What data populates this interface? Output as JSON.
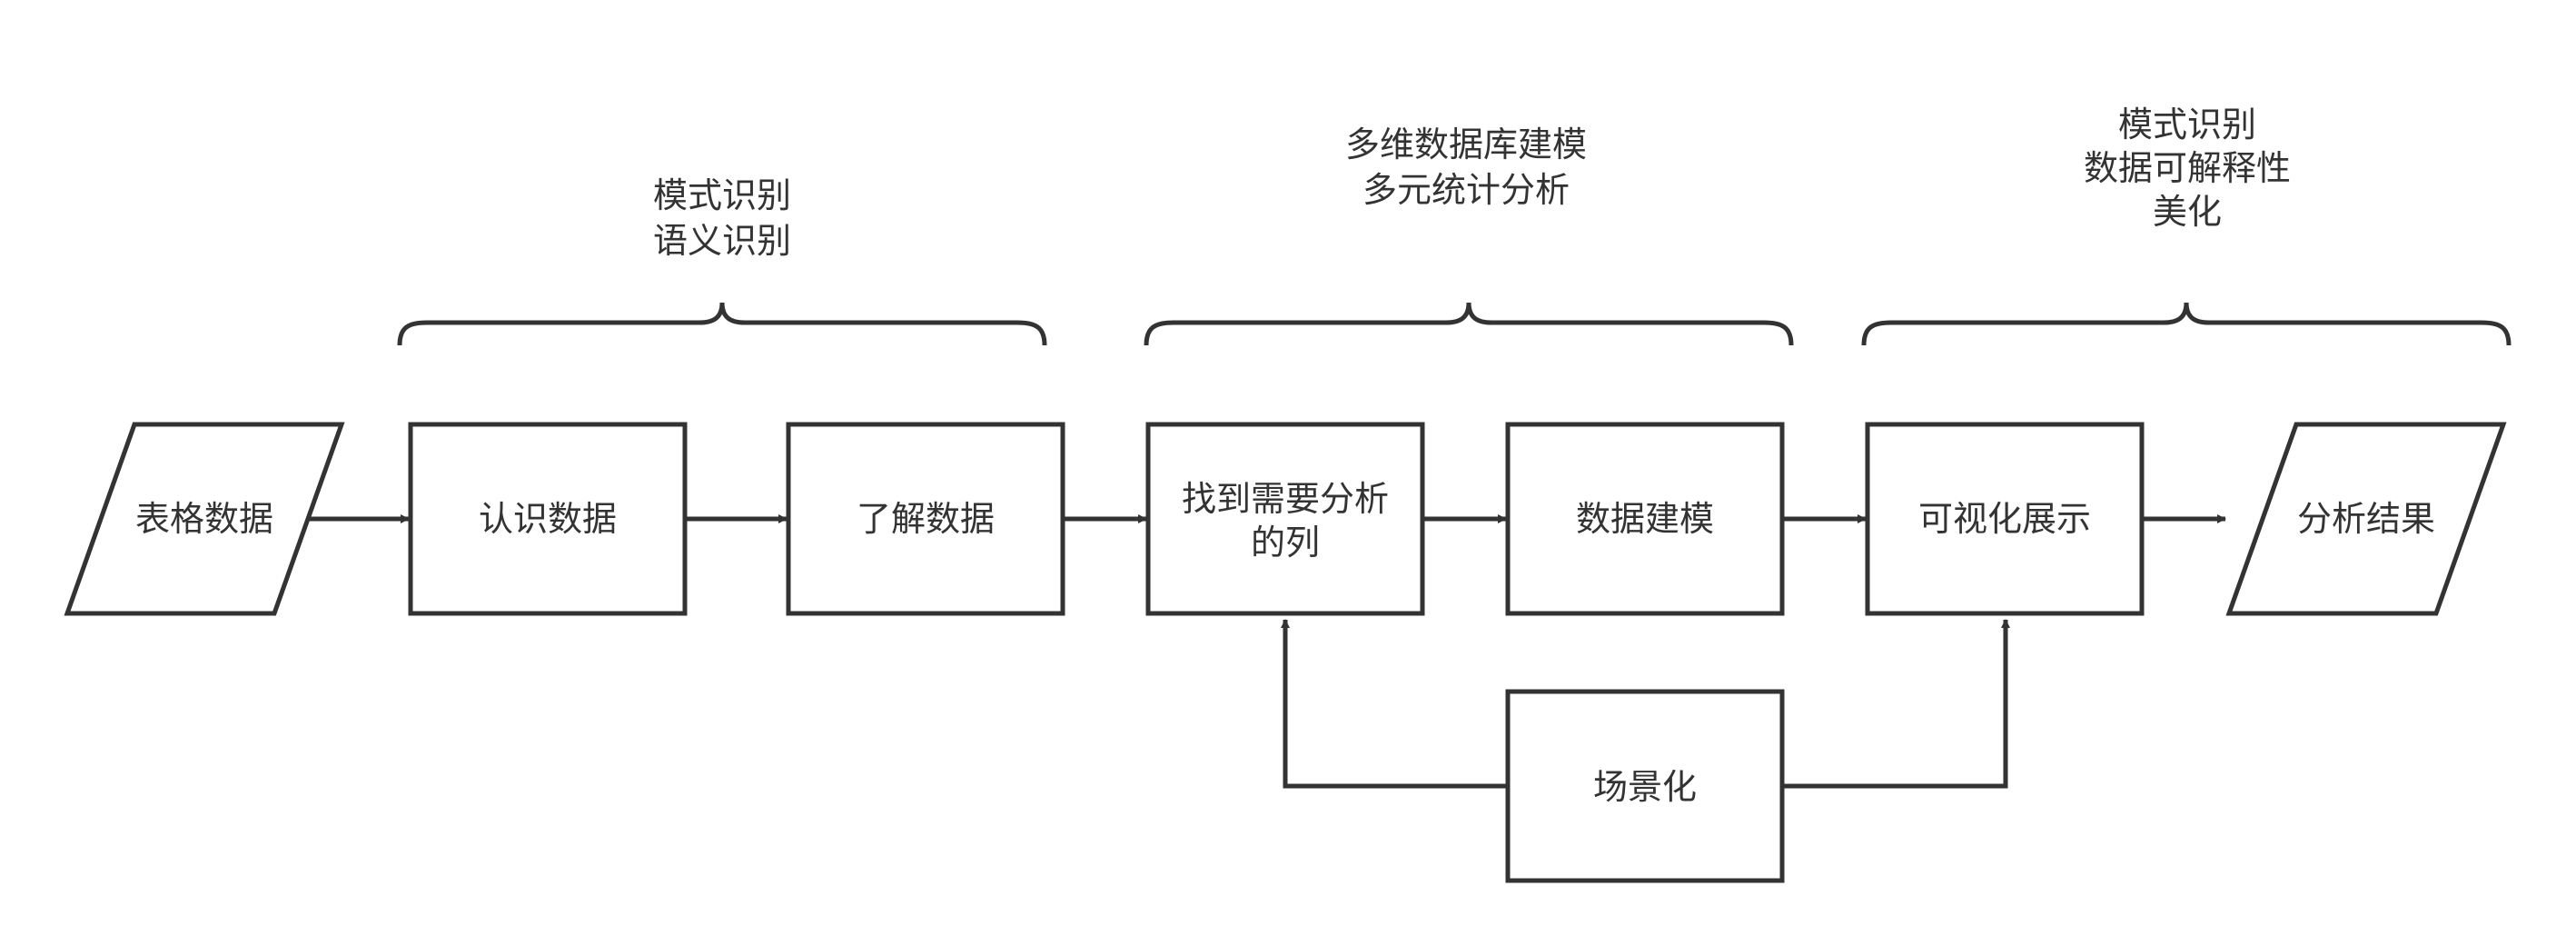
{
  "diagram": {
    "colors": {
      "stroke": "#333333",
      "fill": "#ffffff",
      "text": "#333333"
    },
    "nodes": {
      "table_data": {
        "label": "表格数据",
        "shape": "parallelogram"
      },
      "recognize_data": {
        "label": "认识数据",
        "shape": "rectangle"
      },
      "understand_data": {
        "label": "了解数据",
        "shape": "rectangle"
      },
      "find_columns": {
        "label_line1": "找到需要分析",
        "label_line2": "的列",
        "shape": "rectangle"
      },
      "data_modeling": {
        "label": "数据建模",
        "shape": "rectangle"
      },
      "visualization": {
        "label": "可视化展示",
        "shape": "rectangle"
      },
      "analysis_result": {
        "label": "分析结果",
        "shape": "parallelogram"
      },
      "scenario": {
        "label": "场景化",
        "shape": "rectangle"
      }
    },
    "annotations": {
      "group1": {
        "line1": "模式识别",
        "line2": "语义识别"
      },
      "group2": {
        "line1": "多维数据库建模",
        "line2": "多元统计分析"
      },
      "group3": {
        "line1": "模式识别",
        "line2": "数据可解释性",
        "line3": "美化"
      }
    }
  }
}
